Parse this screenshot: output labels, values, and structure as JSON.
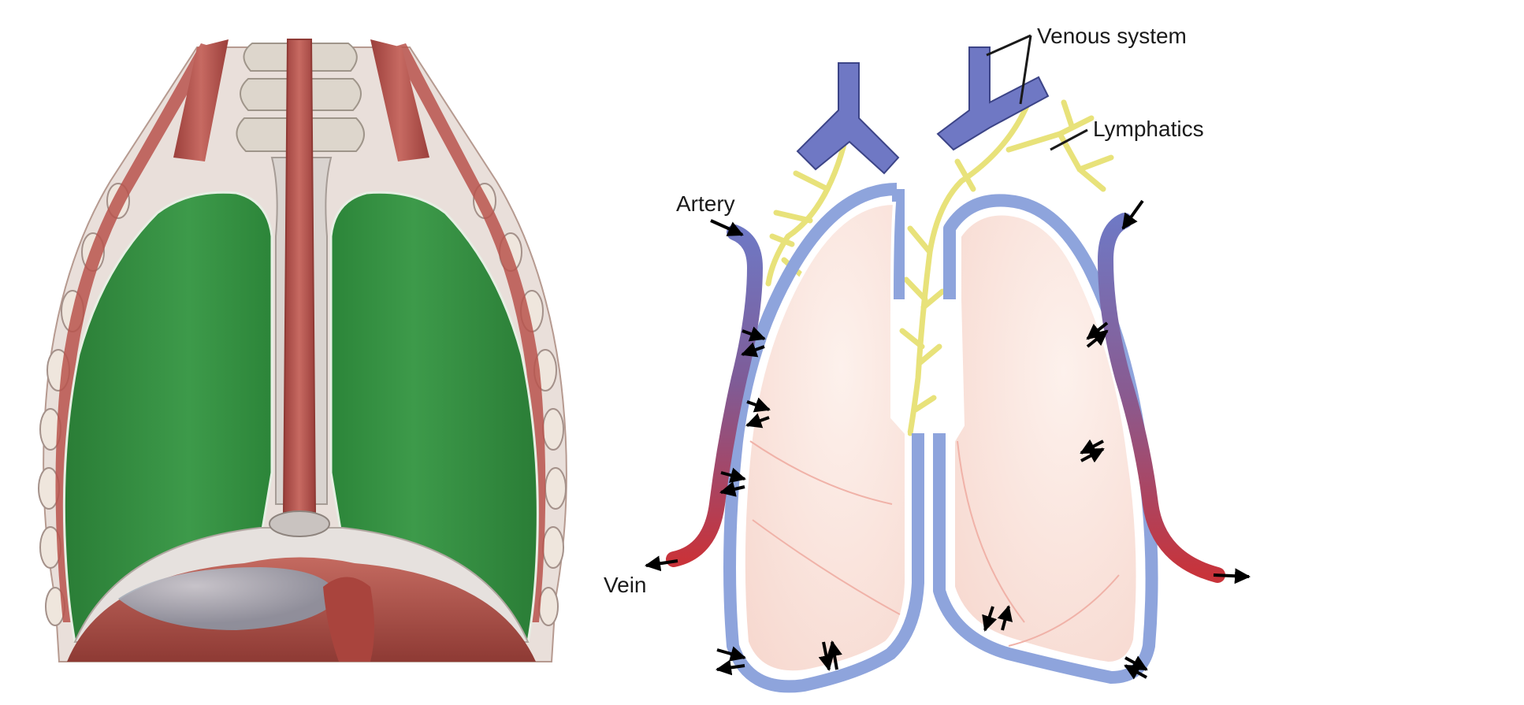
{
  "figure": {
    "labels": {
      "venous_system": "Venous system",
      "lymphatics": "Lymphatics",
      "artery": "Artery",
      "vein": "Vein"
    },
    "colors": {
      "lung_green": "#2f8f3f",
      "muscle_red": "#b5524c",
      "pleura_gray": "#d6d2cf",
      "venous_blue": "#6f78c4",
      "lymph_yellow": "#e8e27a",
      "lung_pink": "#fbe6e0",
      "arterial_red": "#c8333a"
    }
  }
}
